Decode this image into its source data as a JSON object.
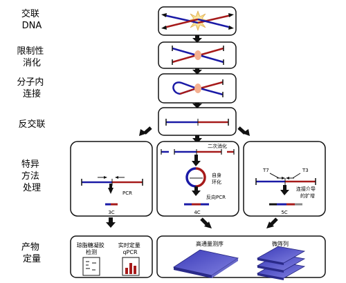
{
  "steps": {
    "crosslink": [
      "交联",
      "DNA"
    ],
    "digest": [
      "限制性",
      "消化"
    ],
    "ligate": [
      "分子内",
      "连接"
    ],
    "reverse": [
      "反交联"
    ],
    "method": [
      "特异",
      "方法",
      "处理"
    ],
    "quant": [
      "产物",
      "定量"
    ]
  },
  "panels": {
    "p3c": {
      "name": "3C",
      "pcr": "PCR"
    },
    "p4c": {
      "name": "4C",
      "second_digest": "二次消化",
      "self_circ": [
        "自身",
        "环化"
      ],
      "inverse_pcr": "反向PCR"
    },
    "p5c": {
      "name": "5C",
      "primer_left": "T7",
      "primer_right": "T3",
      "ligation_amp": [
        "连接介导",
        "的扩增"
      ]
    }
  },
  "quant": {
    "gel": [
      "琼脂糖凝胶",
      "检测"
    ],
    "qpcr": [
      "实时定量",
      "qPCR"
    ],
    "seq": "高通量测序",
    "array": "微阵列"
  },
  "colors": {
    "blue": "#1a1aa6",
    "red": "#a61a1a",
    "arrow": "#111111",
    "slab": "#4a4ac8"
  }
}
